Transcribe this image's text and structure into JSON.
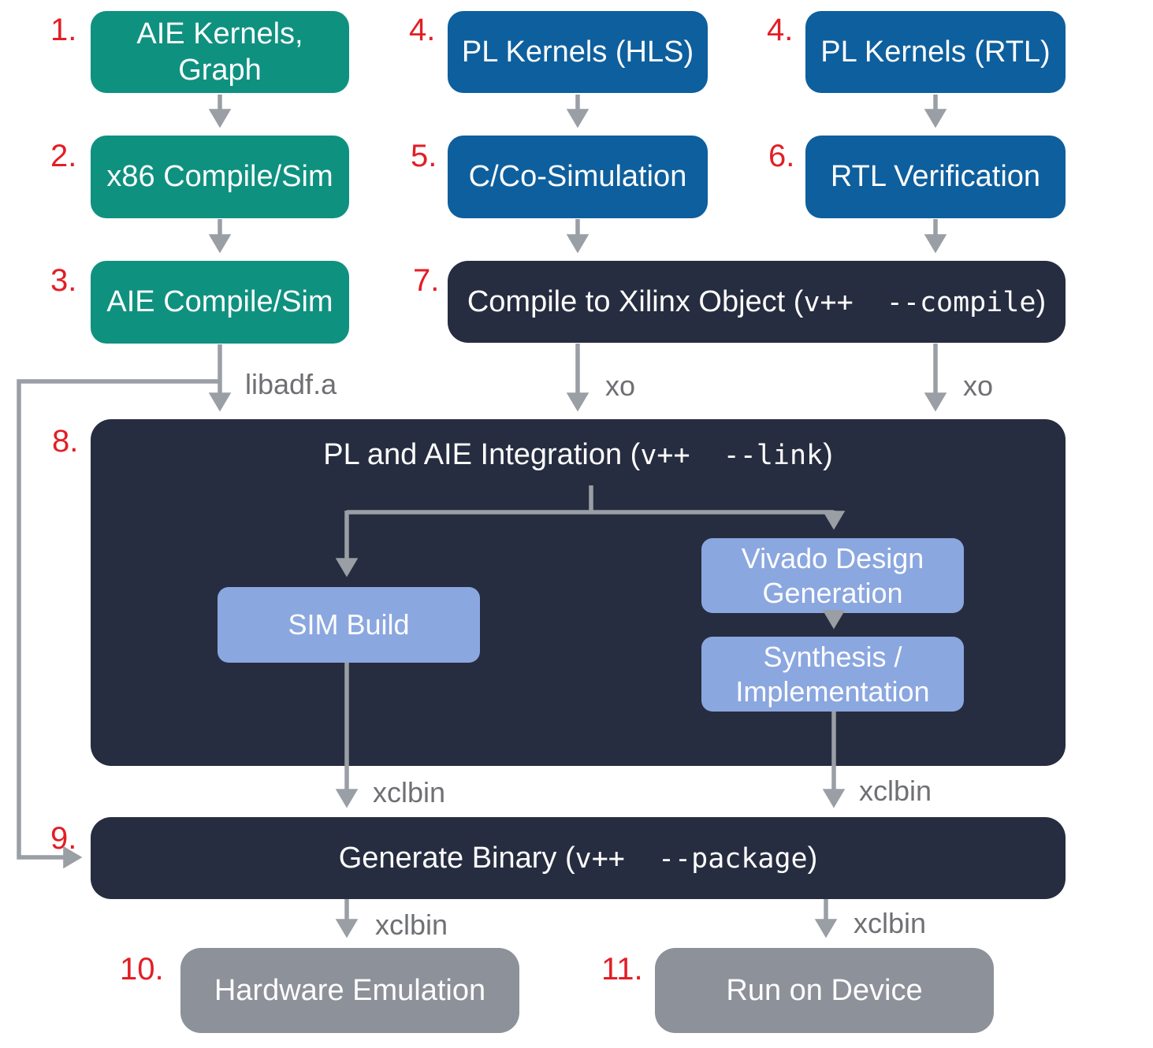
{
  "colors": {
    "teal": "#0f9180",
    "blue": "#0e5f9d",
    "navy": "#272d40",
    "light_blue": "#8ba7e0",
    "gray_box": "#8d9199",
    "arrow": "#9a9ea5",
    "edge_label": "#6f7074",
    "step_number": "#e31e25",
    "box_text": "#fdfdfd"
  },
  "steps": {
    "s1": "1.",
    "s2": "2.",
    "s3": "3.",
    "s4a": "4.",
    "s4b": "4.",
    "s5": "5.",
    "s6": "6.",
    "s7": "7.",
    "s8": "8.",
    "s9": "9.",
    "s10": "10.",
    "s11": "11."
  },
  "nodes": {
    "aie_kernels_graph": "AIE Kernels, Graph",
    "x86_compile_sim": "x86 Compile/Sim",
    "aie_compile_sim": "AIE Compile/Sim",
    "pl_kernels_hls": "PL Kernels (HLS)",
    "pl_kernels_rtl": "PL Kernels (RTL)",
    "c_co_simulation": "C/Co-Simulation",
    "rtl_verification": "RTL Verification",
    "compile_to_xo": {
      "prefix": "Compile to Xilinx Object (",
      "code": "v++  --compile",
      "suffix": ")"
    },
    "pl_aie_integration": {
      "prefix": "PL and AIE Integration (",
      "code": "v++  --link",
      "suffix": ")"
    },
    "sim_build": "SIM Build",
    "vivado_design_generation": "Vivado Design Generation",
    "synthesis_implementation": "Synthesis / Implementation",
    "generate_binary": {
      "prefix": "Generate Binary (",
      "code": "v++  --package",
      "suffix": ")"
    },
    "hardware_emulation": "Hardware Emulation",
    "run_on_device": "Run on Device"
  },
  "edge_labels": {
    "libadf": "libadf.a",
    "xo_left": "xo",
    "xo_right": "xo",
    "xclbin_link_left": "xclbin",
    "xclbin_link_right": "xclbin",
    "xclbin_pkg_left": "xclbin",
    "xclbin_pkg_right": "xclbin"
  }
}
